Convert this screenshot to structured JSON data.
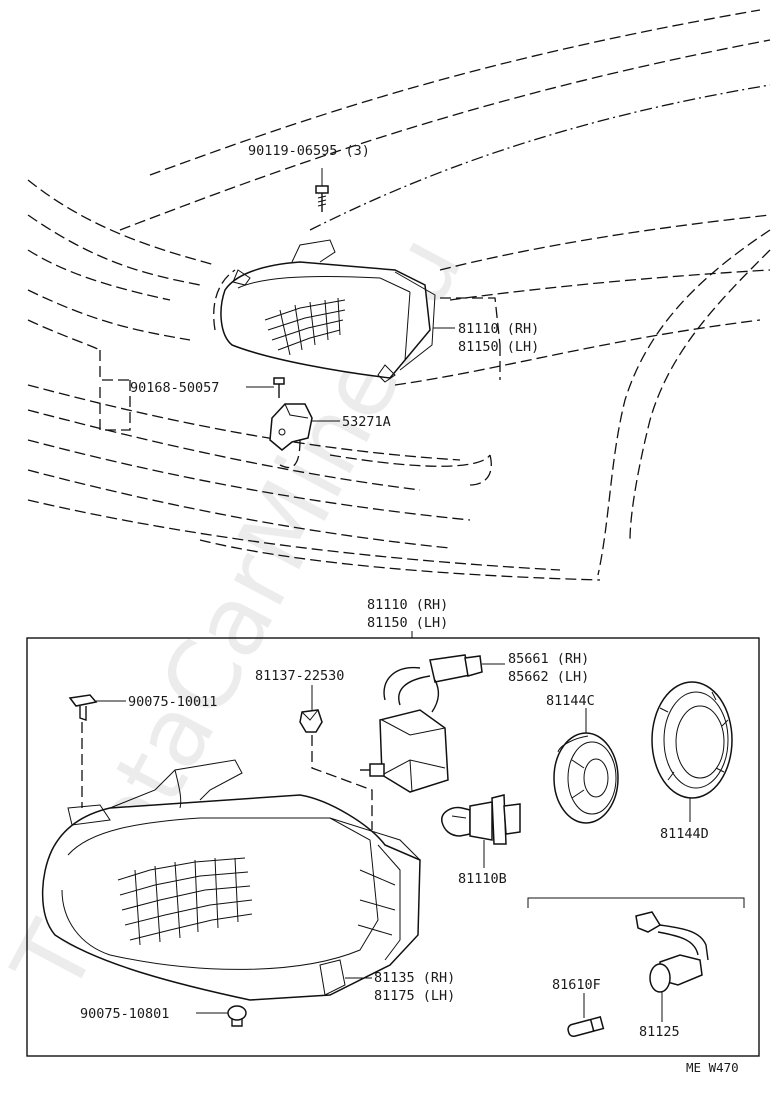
{
  "watermark": "ToyotaCarMine.ru",
  "diagram_code": "ME W470",
  "colors": {
    "ink": "#111111",
    "background": "#ffffff"
  },
  "top_callouts": {
    "screw": "90119-06595 (3)",
    "headlamp_rh": "81110 (RH)",
    "headlamp_lh": "81150 (LH)",
    "screw2": "90168-50057",
    "bracket": "53271A"
  },
  "assembly_header": {
    "rh": "81110 (RH)",
    "lh": "81150 (LH)"
  },
  "detail_callouts": {
    "clip_top": "90075-10011",
    "nut": "81137-22530",
    "socket_rh": "85661 (RH)",
    "socket_lh": "85662 (LH)",
    "cover_inner": "81144C",
    "cover_outer": "81144D",
    "bulb": "81110B",
    "lower_rh": "81135 (RH)",
    "lower_lh": "81175 (LH)",
    "clip_bottom": "90075-10801",
    "small_bulb": "81610F",
    "side_socket": "81125"
  },
  "icons": [
    "screw-icon",
    "clip-icon",
    "nut-icon",
    "bulb-icon",
    "socket-icon",
    "headlamp-icon",
    "bracket-icon"
  ]
}
